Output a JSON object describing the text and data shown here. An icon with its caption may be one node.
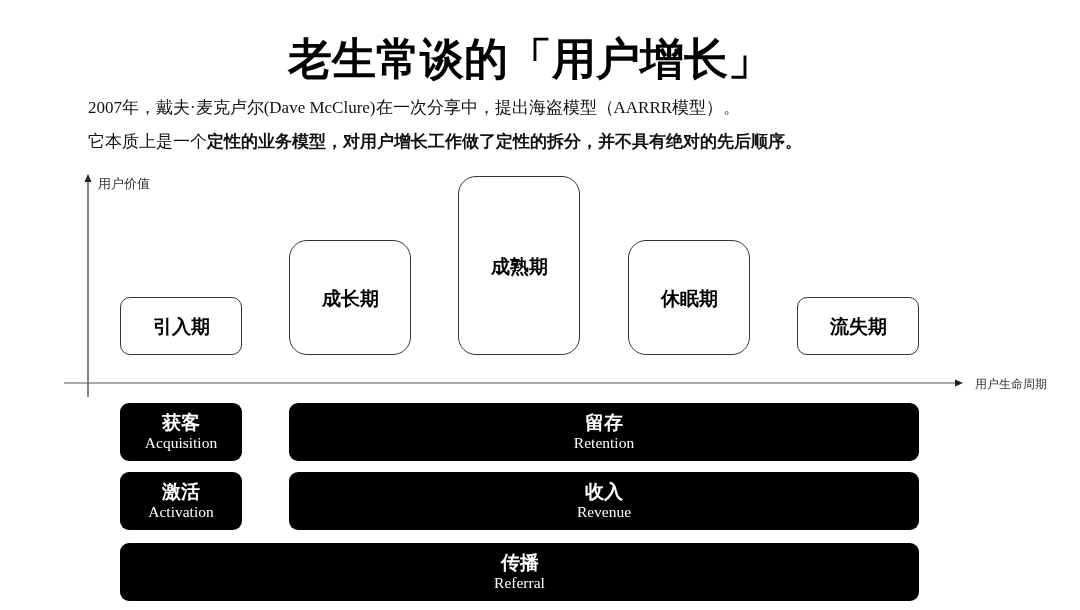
{
  "diagram": {
    "title": "老生常谈的「用户增长」",
    "nodes": [
      {
        "text": [
          "引入期"
        ]
      },
      {
        "text": [
          "成长期"
        ]
      },
      {
        "text": [
          "成熟期"
        ]
      },
      {
        "text": [
          "休眠期"
        ]
      },
      {
        "text": [
          "流失期"
        ]
      },
      {
        "text": [
          "获客",
          "Acquisition"
        ]
      },
      {
        "text": [
          "留存",
          "Retention"
        ]
      },
      {
        "text": [
          "激活",
          "Activation"
        ]
      },
      {
        "text": [
          "收入",
          "Revenue"
        ]
      },
      {
        "text": [
          "传播",
          "Referral"
        ]
      }
    ],
    "labels": [
      "2007年，戴夫·麦克卢尔(Dave McClure)在一次分享中，提出海盗模型（AARRR模型）。",
      "它本质上是一个**定性的业务模型，对用户增长工作做了定性的拆分，并不具有绝对的先后顺序。**",
      "用户价值",
      "用户生命周期"
    ]
  }
}
